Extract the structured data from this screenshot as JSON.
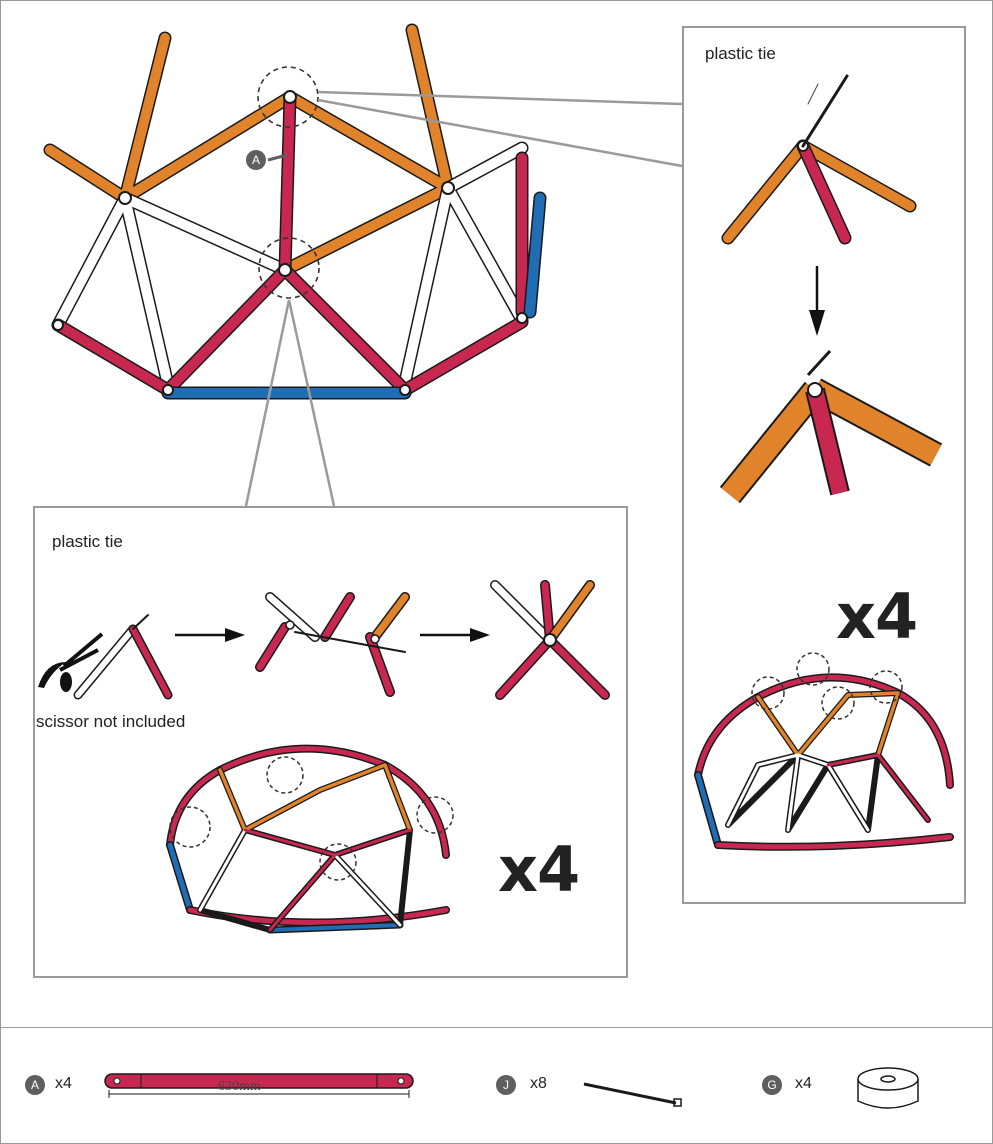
{
  "right_panel": {
    "caption": "plastic tie",
    "multiplier": "x4"
  },
  "bottom_panel": {
    "caption": "plastic tie",
    "note": "scissor not included",
    "multiplier": "x4"
  },
  "callout": {
    "part_letter": "A"
  },
  "parts": [
    {
      "letter": "A",
      "qty": "x4",
      "dimension": "630mm",
      "name": "pole-icon"
    },
    {
      "letter": "J",
      "qty": "x8",
      "name": "cable-tie-icon"
    },
    {
      "letter": "G",
      "qty": "x4",
      "name": "foot-pad-icon"
    }
  ],
  "colors": {
    "orange": "#e0832a",
    "red": "#c8284f",
    "blue": "#1f6db5",
    "white": "#ffffff",
    "line": "#1a1a1a",
    "frame": "#9a9a9a"
  }
}
